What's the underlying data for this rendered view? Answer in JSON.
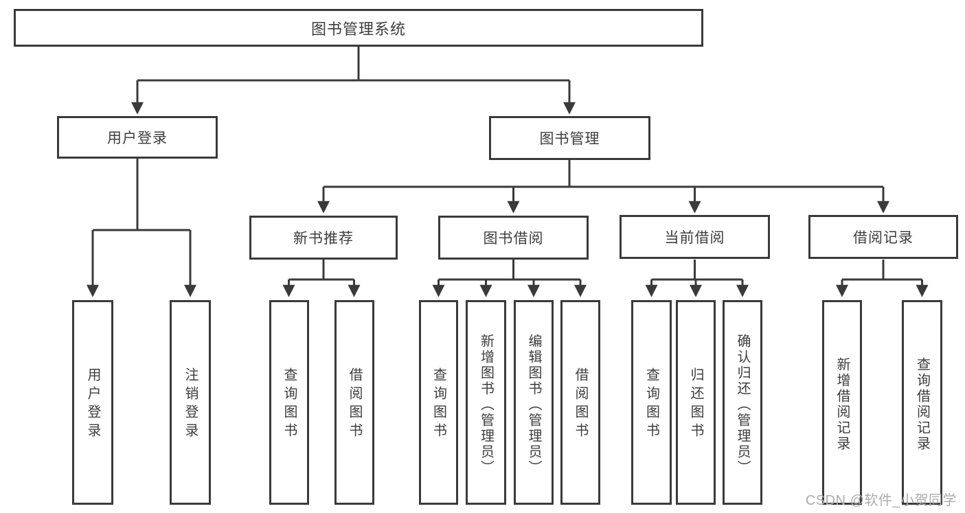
{
  "diagram": {
    "type": "hierarchy-tree",
    "colors": {
      "background": "#ffffff",
      "box_border": "#3a3a3a",
      "line": "#3a3a3a",
      "text": "#3d3d3d",
      "watermark_text": "#ababab"
    },
    "tree": {
      "root": {
        "label": "图书管理系统",
        "children": [
          {
            "label": "用户登录",
            "children": [
              {
                "label": "用户登录"
              },
              {
                "label": "注销登录"
              }
            ]
          },
          {
            "label": "图书管理",
            "children": [
              {
                "label": "新书推荐",
                "children": [
                  {
                    "label": "查询图书"
                  },
                  {
                    "label": "借阅图书"
                  }
                ]
              },
              {
                "label": "图书借阅",
                "children": [
                  {
                    "label": "查询图书"
                  },
                  {
                    "label": "新增图书（管理员）"
                  },
                  {
                    "label": "编辑图书（管理员）"
                  },
                  {
                    "label": "借阅图书"
                  }
                ]
              },
              {
                "label": "当前借阅",
                "children": [
                  {
                    "label": "查询图书"
                  },
                  {
                    "label": "归还图书"
                  },
                  {
                    "label": "确认归还（管理员）"
                  }
                ]
              },
              {
                "label": "借阅记录",
                "children": [
                  {
                    "label": "新增借阅记录"
                  },
                  {
                    "label": "查询借阅记录"
                  }
                ]
              }
            ]
          }
        ]
      }
    }
  },
  "watermark": {
    "text": "CSDN @软件_小贺同学"
  }
}
